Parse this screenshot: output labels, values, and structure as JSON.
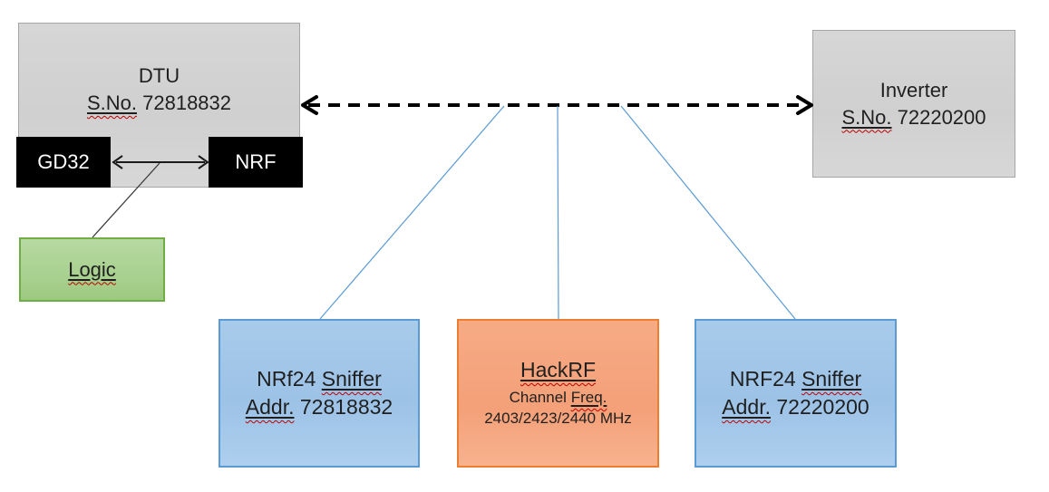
{
  "diagram": {
    "dtu": {
      "title": "DTU",
      "serial_label": "S.No.",
      "serial_number": " 72818832"
    },
    "gd32_chip": {
      "label": "GD32"
    },
    "nrf_chip": {
      "label": "NRF"
    },
    "logic": {
      "label": "Logic"
    },
    "inverter": {
      "title": "Inverter",
      "serial_label": "S.No.",
      "serial_number": " 72220200"
    },
    "sniffer_left": {
      "title_prefix": "NRf24 ",
      "title_word": "Sniffer",
      "addr_label": "Addr.",
      "addr_number": " 72818832"
    },
    "hackrf": {
      "title": "HackRF",
      "freq_prefix": "Channel ",
      "freq_word": "Freq.",
      "freq_values": "2403/2423/2440 MHz"
    },
    "sniffer_right": {
      "title_prefix": "NRF24 ",
      "title_word": "Sniffer",
      "addr_label": "Addr.",
      "addr_number": " 72220200"
    }
  },
  "colors": {
    "box_gray": "#d2d2d2",
    "box_gray_border": "#a6a6a6",
    "chip_black": "#000000",
    "box_green": "#a9d18e",
    "box_green_border": "#70ad47",
    "box_blue": "#9dc3e6",
    "box_blue_border": "#5b9bd5",
    "box_orange": "#f4a47e",
    "box_orange_border": "#ed7d31",
    "connector_blue": "#5b9bd5",
    "arrow_black": "#000000",
    "squiggle_red": "#c00000"
  }
}
